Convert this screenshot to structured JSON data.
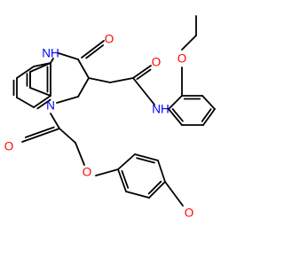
{
  "molecule": {
    "colors": {
      "bond": "#000000",
      "oxygen": "#ff0000",
      "nitrogen": "#0000ff"
    },
    "labels": {
      "nh_ring": "NH",
      "n_ring": "N",
      "nh_amide": "NH",
      "o_ring_carbonyl": "O",
      "o_amide": "O",
      "o_acyl": "O",
      "o_phenoxy": "O",
      "o_ethoxy": "O",
      "o_methoxy": "O"
    }
  }
}
